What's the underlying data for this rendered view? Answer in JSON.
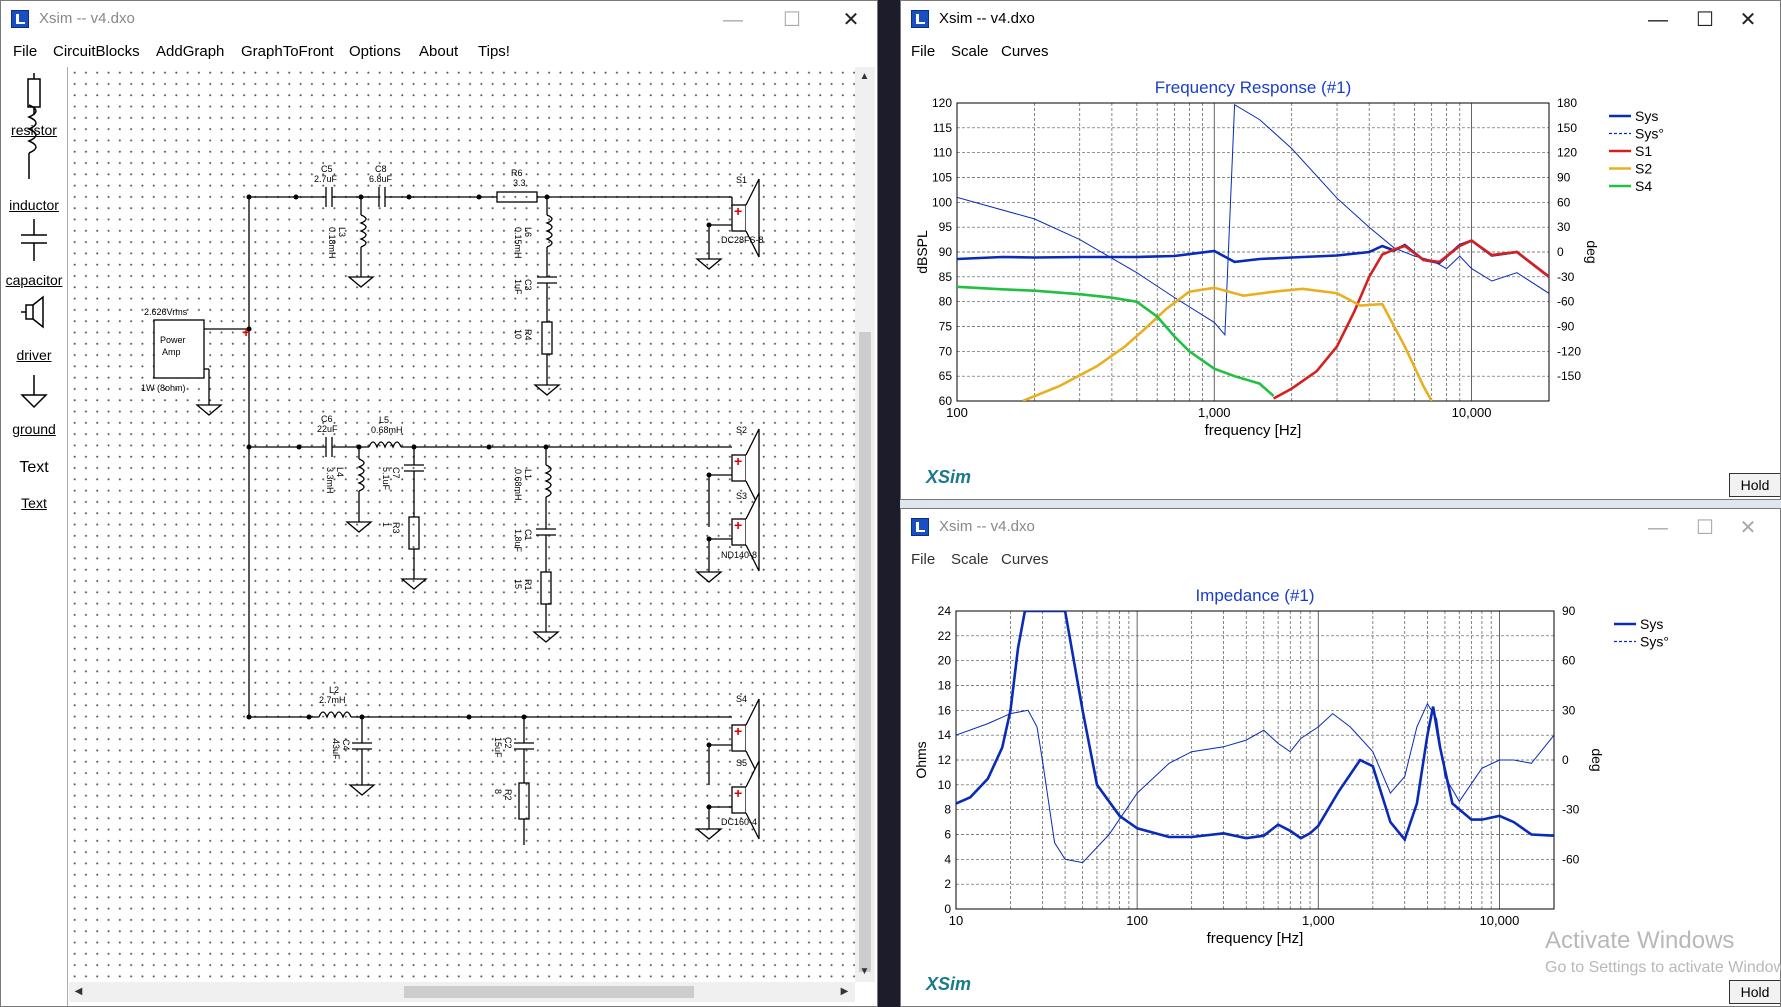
{
  "schematic": {
    "title": "Xsim -- v4.dxo",
    "menu": [
      "File",
      "CircuitBlocks",
      "AddGraph",
      "GraphToFront",
      "Options",
      "About",
      "Tips!"
    ],
    "palette": [
      "resistor",
      "inductor",
      "capacitor",
      "driver",
      "ground",
      "Text",
      "Text"
    ],
    "amp": {
      "voltage": "2.626Vrms",
      "name1": "Power",
      "name2": "Amp",
      "rating": "1W (8ohm)"
    },
    "components": [
      {
        "ref": "C5",
        "val": "2.7uF"
      },
      {
        "ref": "C8",
        "val": "6.8uF"
      },
      {
        "ref": "R6",
        "val": "3.3"
      },
      {
        "ref": "L3",
        "val": "0.18mH"
      },
      {
        "ref": "L6",
        "val": "0.15mH"
      },
      {
        "ref": "C3",
        "val": "1uF"
      },
      {
        "ref": "R4",
        "val": "10"
      },
      {
        "ref": "C6",
        "val": "22uF"
      },
      {
        "ref": "L5",
        "val": "0.68mH"
      },
      {
        "ref": "L4",
        "val": "3.3mH"
      },
      {
        "ref": "C7",
        "val": "5.1uF"
      },
      {
        "ref": "R3",
        "val": "1"
      },
      {
        "ref": "L1",
        "val": "0.68mH"
      },
      {
        "ref": "C1",
        "val": "1.8uF"
      },
      {
        "ref": "R1",
        "val": "15"
      },
      {
        "ref": "L2",
        "val": "2.7mH"
      },
      {
        "ref": "C4",
        "val": "43uF"
      },
      {
        "ref": "C2",
        "val": "15uF"
      },
      {
        "ref": "R2",
        "val": "8"
      }
    ],
    "drivers": [
      {
        "ref": "S1",
        "model": "DC28FS-8"
      },
      {
        "ref": "S2",
        "model": ""
      },
      {
        "ref": "S3",
        "model": "ND140-8"
      },
      {
        "ref": "S4",
        "model": ""
      },
      {
        "ref": "S5",
        "model": "DC160-4"
      }
    ]
  },
  "freq_window": {
    "title": "Xsim -- v4.dxo",
    "menu": [
      "File",
      "Scale",
      "Curves"
    ],
    "hold": "Hold",
    "logo": "XSim"
  },
  "imp_window": {
    "title": "Xsim -- v4.dxo",
    "menu": [
      "File",
      "Scale",
      "Curves"
    ],
    "hold": "Hold",
    "logo": "XSim"
  },
  "watermark": {
    "line1": "Activate Windows",
    "line2": "Go to Settings to activate Windows."
  },
  "chart_data": [
    {
      "type": "line",
      "title": "Frequency Response (#1)",
      "xlabel": "frequency [Hz]",
      "ylabel": "dBSPL",
      "y2label": "deg",
      "xscale": "log",
      "xlim": [
        100,
        20000
      ],
      "ylim": [
        60,
        120
      ],
      "y2lim": [
        -180,
        180
      ],
      "xticks": [
        "100",
        "1,000",
        "10,000"
      ],
      "yticks": [
        "120",
        "115",
        "110",
        "105",
        "100",
        "95",
        "90",
        "85",
        "80",
        "75",
        "70",
        "65",
        "60"
      ],
      "y2ticks": [
        "180",
        "150",
        "120",
        "90",
        "60",
        "30",
        "0",
        "-30",
        "-60",
        "-90",
        "-120",
        "-150"
      ],
      "grid": true,
      "legend_position": "top-right",
      "colors": {
        "Sys": "#0a2ab8",
        "S1": "#d42020",
        "S2": "#e8b020",
        "S4": "#22c040"
      },
      "series": [
        {
          "name": "Sys",
          "style": "solid",
          "x": [
            100,
            150,
            200,
            300,
            500,
            700,
            1000,
            1200,
            1500,
            2000,
            3000,
            4000,
            4500,
            5000,
            5500,
            6500,
            7500,
            9000,
            10000,
            12000,
            15000,
            20000
          ],
          "y": [
            88.6,
            89,
            88.9,
            89,
            89,
            89.2,
            90.2,
            88,
            88.6,
            88.9,
            89.3,
            90,
            91.2,
            90.3,
            91.4,
            88.4,
            87.8,
            91.4,
            92.3,
            89.3,
            90,
            85
          ]
        },
        {
          "name": "Sys°",
          "style": "dashed",
          "axis": "y2",
          "x": [
            100,
            200,
            300,
            500,
            700,
            1000,
            1100,
            1200,
            1500,
            2000,
            3000,
            4000,
            5000,
            6000,
            7000,
            8000,
            9000,
            10000,
            12000,
            15000,
            20000
          ],
          "y": [
            66,
            40,
            15,
            -25,
            -55,
            -85,
            -100,
            178,
            160,
            125,
            65,
            30,
            5,
            -5,
            -10,
            -20,
            -5,
            -20,
            -35,
            -25,
            -50
          ]
        },
        {
          "name": "S1",
          "style": "solid",
          "x": [
            1700,
            2000,
            2500,
            3000,
            3500,
            4000,
            4500,
            5000,
            5500,
            6500,
            7500,
            9000,
            10000,
            12000,
            15000,
            20000
          ],
          "y": [
            60.5,
            62.5,
            66,
            71,
            78,
            85,
            89.5,
            90.5,
            91.2,
            88.4,
            88,
            91.2,
            92.3,
            89.4,
            90,
            85
          ]
        },
        {
          "name": "S2",
          "style": "solid",
          "x": [
            180,
            250,
            350,
            450,
            550,
            650,
            800,
            1000,
            1300,
            1700,
            2200,
            3000,
            3700,
            4500,
            5500,
            6500,
            7000
          ],
          "y": [
            60,
            63,
            67,
            71,
            75,
            78.5,
            82,
            82.8,
            81.2,
            82,
            82.6,
            81.7,
            79.2,
            79.5,
            71,
            63,
            60
          ]
        },
        {
          "name": "S4",
          "style": "solid",
          "x": [
            100,
            150,
            200,
            300,
            400,
            500,
            600,
            700,
            800,
            1000,
            1200,
            1500,
            1700
          ],
          "y": [
            83,
            82.5,
            82.2,
            81.5,
            80.8,
            80,
            77,
            73,
            70,
            66.5,
            65,
            63.5,
            61
          ]
        }
      ]
    },
    {
      "type": "line",
      "title": "Impedance (#1)",
      "xlabel": "frequency [Hz]",
      "ylabel": "Ohms",
      "y2label": "deg",
      "xscale": "log",
      "xlim": [
        10,
        20000
      ],
      "ylim": [
        0,
        24
      ],
      "y2lim": [
        -90,
        90
      ],
      "xticks": [
        "10",
        "100",
        "1,000",
        "10,000"
      ],
      "yticks": [
        "24",
        "22",
        "20",
        "18",
        "16",
        "14",
        "12",
        "10",
        "8",
        "6",
        "4",
        "2",
        "0"
      ],
      "y2ticks": [
        "90",
        "60",
        "30",
        "0",
        "-30",
        "-60"
      ],
      "grid": true,
      "legend_position": "top-right",
      "colors": {
        "Sys": "#0a2ab8"
      },
      "series": [
        {
          "name": "Sys",
          "style": "solid",
          "x": [
            10,
            12,
            15,
            18,
            20,
            22,
            24,
            30,
            40,
            50,
            60,
            80,
            100,
            150,
            200,
            300,
            400,
            500,
            600,
            700,
            800,
            900,
            1000,
            1300,
            1700,
            2000,
            2500,
            3000,
            3500,
            4000,
            4300,
            4700,
            5500,
            7000,
            8000,
            10000,
            12000,
            15000,
            20000
          ],
          "y": [
            8.5,
            9,
            10.5,
            13,
            16,
            21,
            24,
            24,
            24,
            16,
            10,
            7.5,
            6.5,
            5.8,
            5.8,
            6.1,
            5.7,
            5.9,
            6.8,
            6.3,
            5.7,
            6.1,
            6.7,
            9.5,
            12,
            11.5,
            7,
            5.6,
            8.5,
            14,
            16.3,
            13,
            8.5,
            7.2,
            7.2,
            7.5,
            7,
            6,
            5.9
          ]
        },
        {
          "name": "Sys°",
          "style": "dashed",
          "axis": "y2",
          "x": [
            10,
            15,
            20,
            25,
            28,
            30,
            35,
            40,
            50,
            70,
            100,
            150,
            200,
            300,
            400,
            500,
            600,
            700,
            800,
            1000,
            1200,
            1500,
            2000,
            2500,
            3000,
            3500,
            4000,
            4500,
            5000,
            6000,
            8000,
            10000,
            12000,
            15000,
            20000
          ],
          "y": [
            15,
            22,
            28,
            30,
            20,
            0,
            -50,
            -60,
            -62,
            -45,
            -20,
            -2,
            5,
            8,
            12,
            18,
            10,
            5,
            13,
            20,
            28,
            20,
            5,
            -20,
            -10,
            20,
            34,
            25,
            -10,
            -25,
            -5,
            0,
            0,
            -2,
            15
          ]
        }
      ]
    }
  ]
}
